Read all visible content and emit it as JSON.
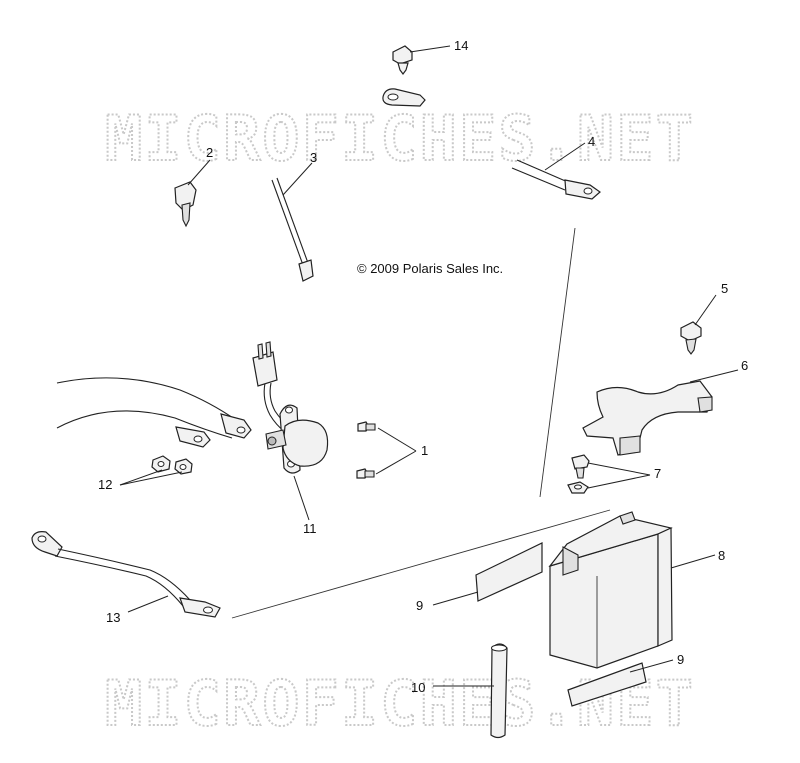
{
  "copyright": "© 2009 Polaris Sales Inc.",
  "watermark": "MICROFICHES.NET",
  "callouts": {
    "c1": "1",
    "c2": "2",
    "c3": "3",
    "c4": "4",
    "c5": "5",
    "c6": "6",
    "c7": "7",
    "c8": "8",
    "c9a": "9",
    "c9b": "9",
    "c10": "10",
    "c11": "11",
    "c12": "12",
    "c13": "13",
    "c14": "14"
  }
}
